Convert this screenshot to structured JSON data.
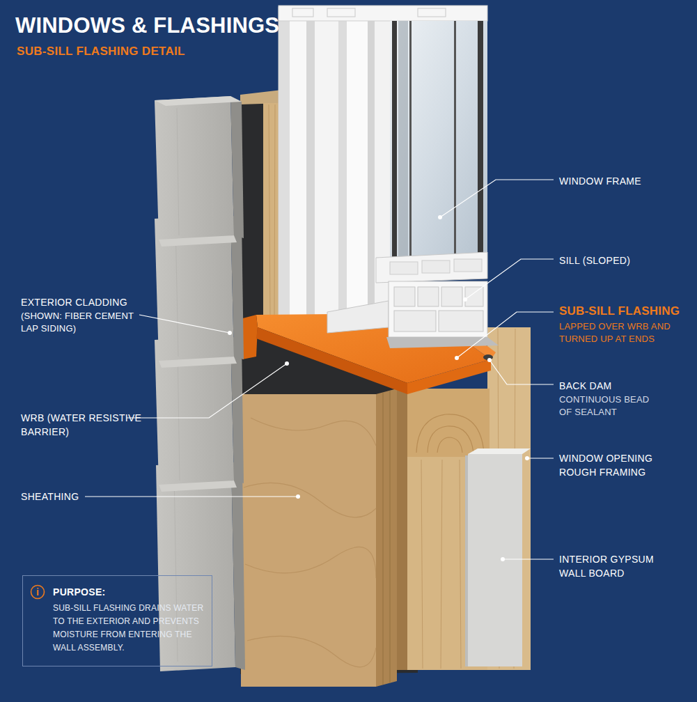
{
  "diagram": {
    "title": "WINDOWS & FLASHINGS",
    "nodes": [
      {
        "text": [
          "PURPOSE:",
          "SUB-SILL FLASHING DRAINS WATER TO THE EXTERIOR AND PREVENTS MOISTURE FROM ENTERING THE WALL ASSEMBLY."
        ]
      },
      {
        "text": [
          "i"
        ],
        "in": 0
      }
    ],
    "labels": [
      "SUB-SILL FLASHING DETAIL",
      "WINDOW FRAME",
      "SILL (SLOPED)",
      "SUB-SILL FLASHING",
      "LAPPED OVER WRB AND TURNED UP AT ENDS",
      "EXTERIOR CLADDING",
      "(SHOWN: FIBER CEMENT LAP SIDING)",
      "BACK DAM",
      "CONTINUOUS BEAD OF SEALANT",
      "WRB (WATER RESISTIVE BARRIER)",
      "WINDOW OPENING ROUGH FRAMING",
      "SHEATHING",
      "INTERIOR GYPSUM WALL BOARD"
    ]
  }
}
